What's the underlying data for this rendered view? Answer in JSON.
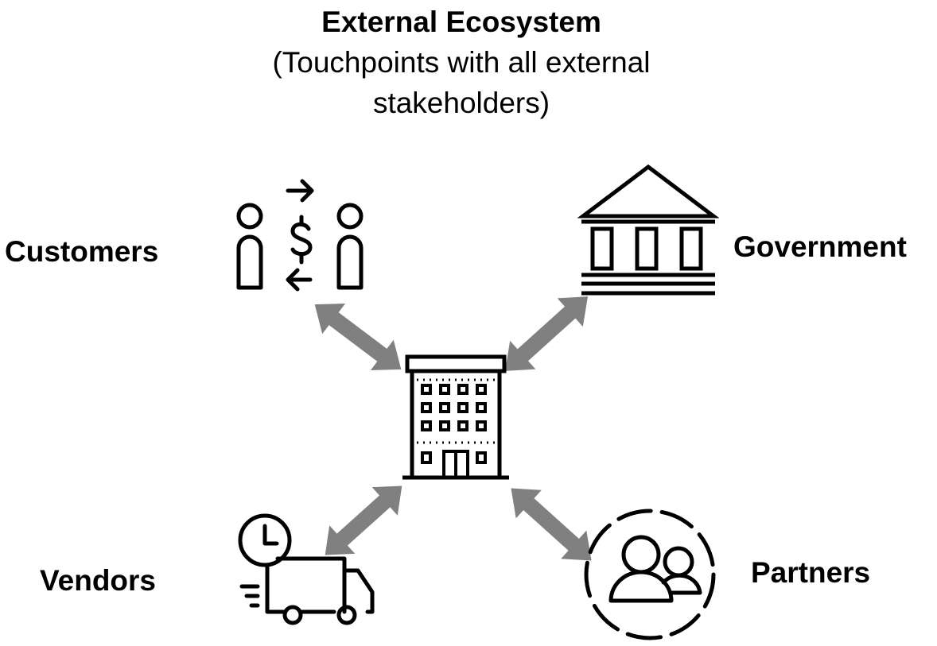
{
  "title": "External Ecosystem",
  "subtitle": "(Touchpoints with all external stakeholders)",
  "nodes": {
    "customers": {
      "label": "Customers",
      "icon": "customers-payment-exchange-icon"
    },
    "government": {
      "label": "Government",
      "icon": "government-building-icon"
    },
    "vendors": {
      "label": "Vendors",
      "icon": "delivery-truck-clock-icon"
    },
    "partners": {
      "label": "Partners",
      "icon": "partners-group-icon"
    },
    "center": {
      "icon": "office-building-icon"
    }
  },
  "colors": {
    "arrow": "#808080",
    "icon": "#000000"
  }
}
